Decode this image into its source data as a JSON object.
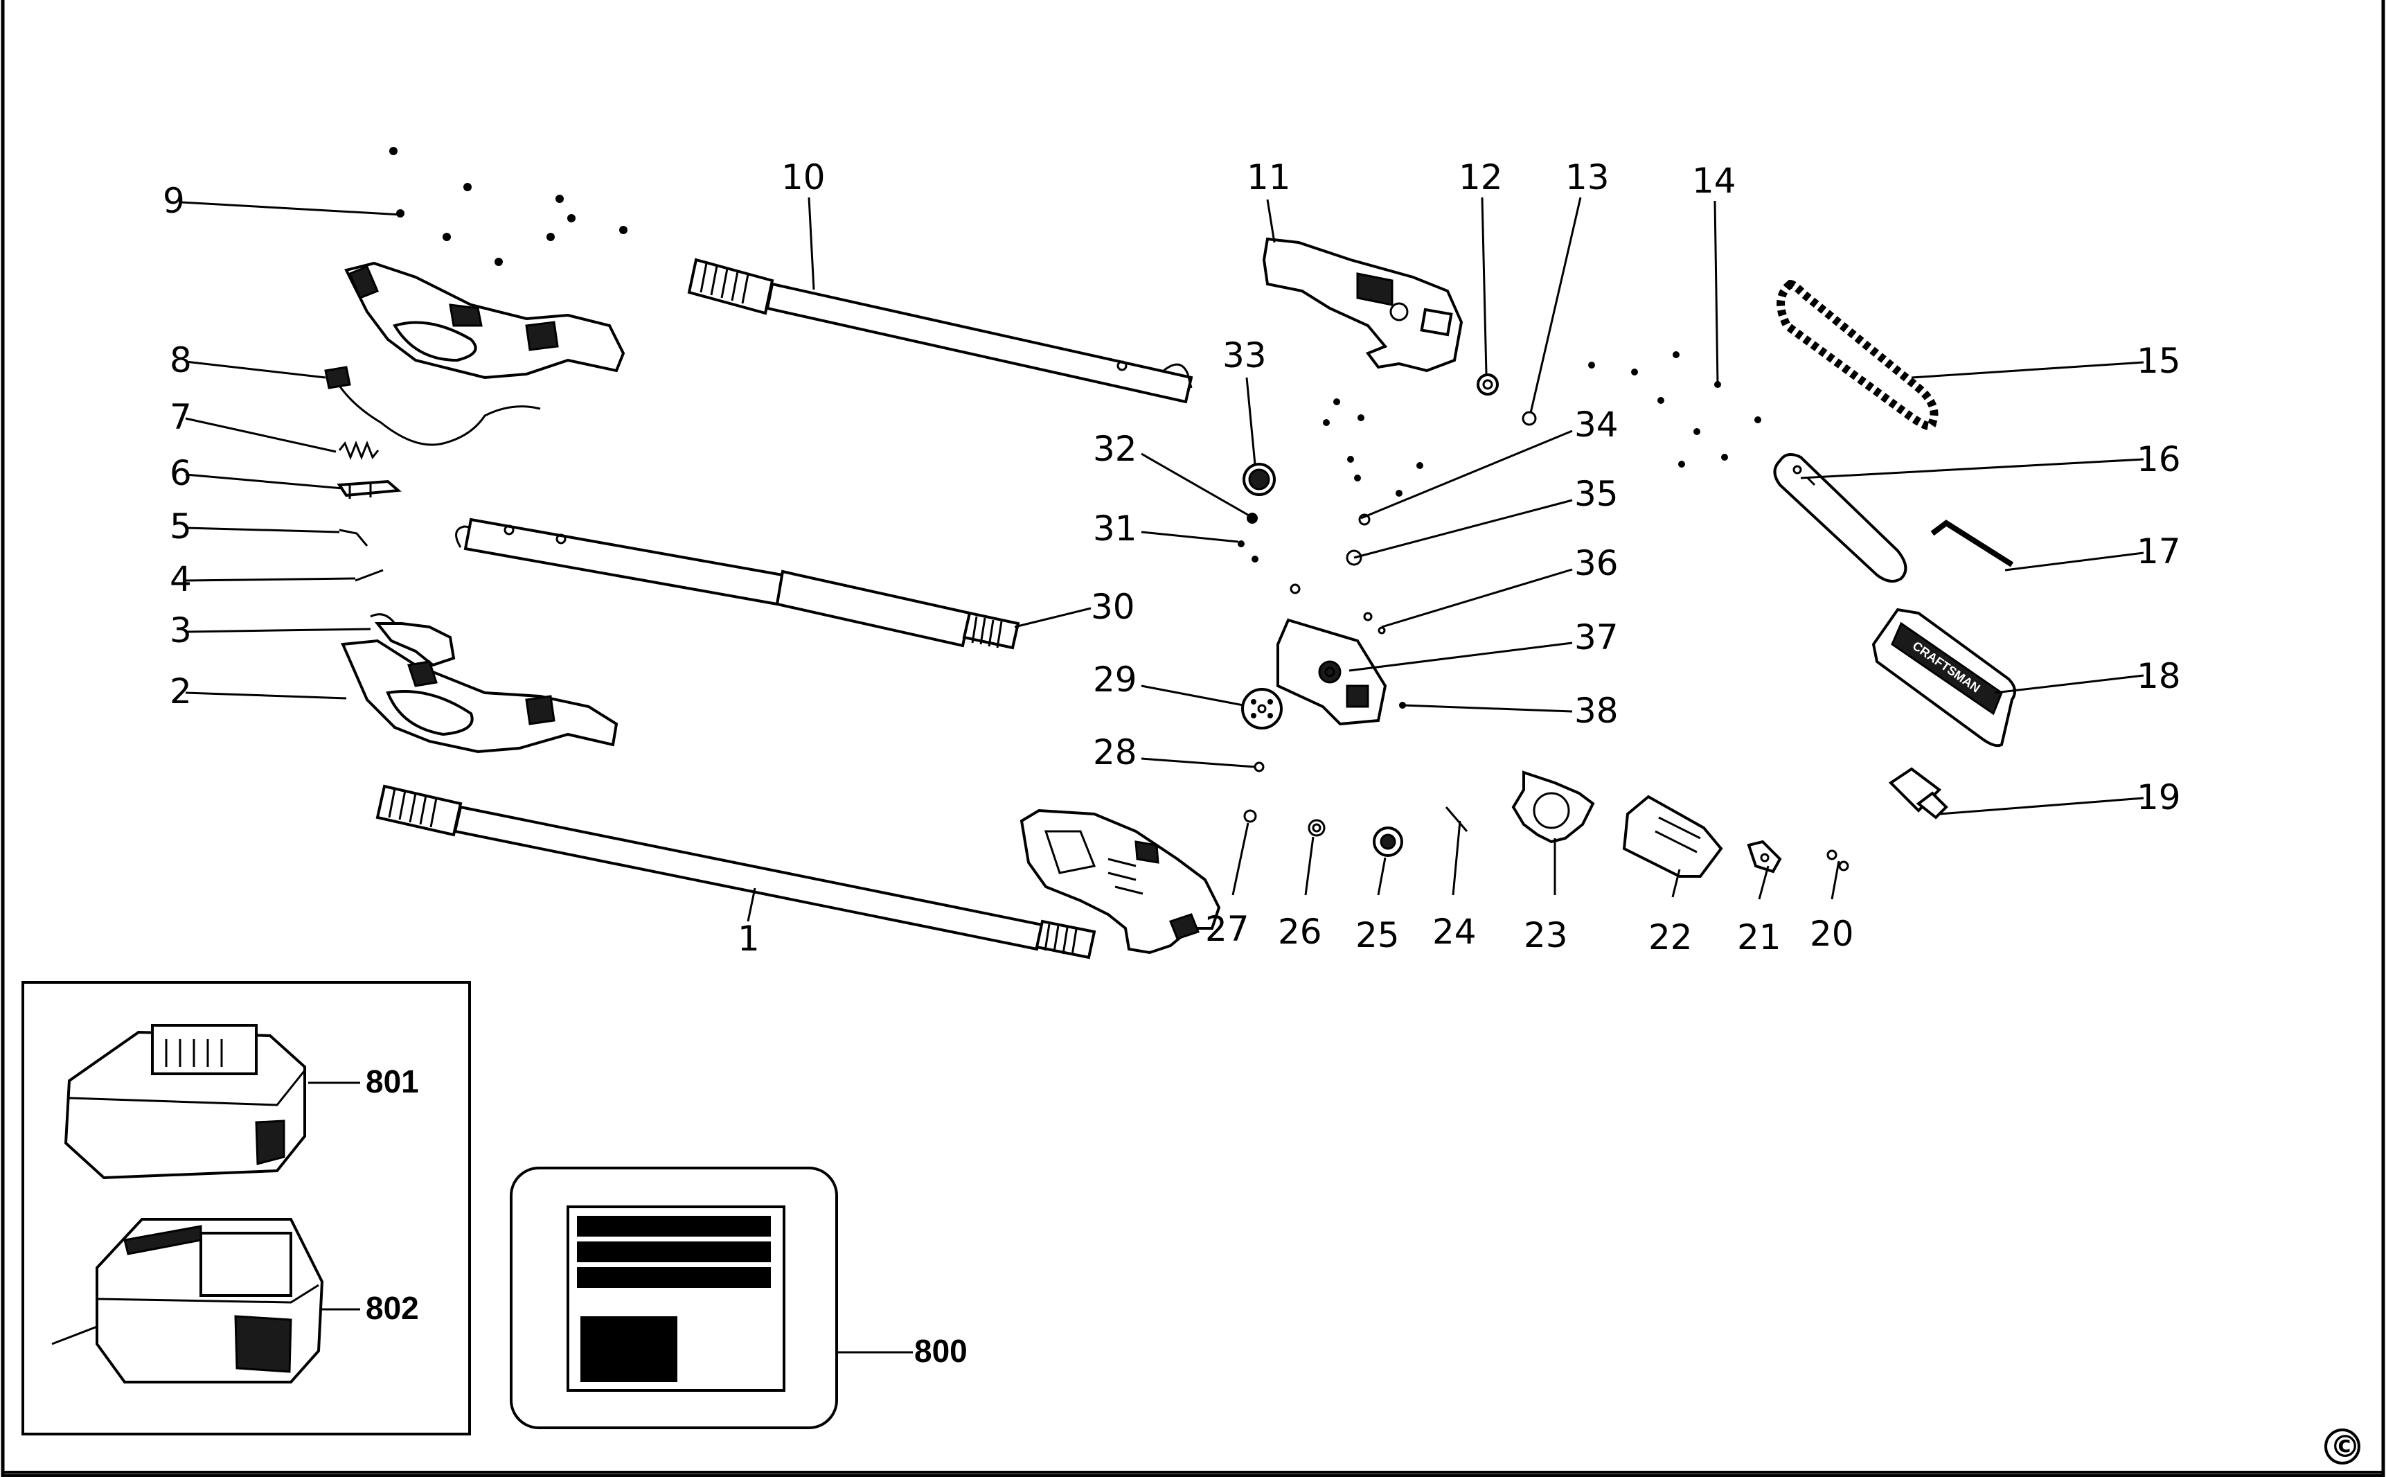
{
  "callouts": [
    {
      "id": "1",
      "label": "1"
    },
    {
      "id": "2",
      "label": "2"
    },
    {
      "id": "3",
      "label": "3"
    },
    {
      "id": "4",
      "label": "4"
    },
    {
      "id": "5",
      "label": "5"
    },
    {
      "id": "6",
      "label": "6"
    },
    {
      "id": "7",
      "label": "7"
    },
    {
      "id": "8",
      "label": "8"
    },
    {
      "id": "9",
      "label": "9"
    },
    {
      "id": "10",
      "label": "10"
    },
    {
      "id": "11",
      "label": "11"
    },
    {
      "id": "12",
      "label": "12"
    },
    {
      "id": "13",
      "label": "13"
    },
    {
      "id": "14",
      "label": "14"
    },
    {
      "id": "15",
      "label": "15"
    },
    {
      "id": "16",
      "label": "16"
    },
    {
      "id": "17",
      "label": "17"
    },
    {
      "id": "18",
      "label": "18"
    },
    {
      "id": "19",
      "label": "19"
    },
    {
      "id": "20",
      "label": "20"
    },
    {
      "id": "21",
      "label": "21"
    },
    {
      "id": "22",
      "label": "22"
    },
    {
      "id": "23",
      "label": "23"
    },
    {
      "id": "24",
      "label": "24"
    },
    {
      "id": "25",
      "label": "25"
    },
    {
      "id": "26",
      "label": "26"
    },
    {
      "id": "27",
      "label": "27"
    },
    {
      "id": "28",
      "label": "28"
    },
    {
      "id": "29",
      "label": "29"
    },
    {
      "id": "30",
      "label": "30"
    },
    {
      "id": "31",
      "label": "31"
    },
    {
      "id": "32",
      "label": "32"
    },
    {
      "id": "33",
      "label": "33"
    },
    {
      "id": "34",
      "label": "34"
    },
    {
      "id": "35",
      "label": "35"
    },
    {
      "id": "36",
      "label": "36"
    },
    {
      "id": "37",
      "label": "37"
    },
    {
      "id": "38",
      "label": "38"
    }
  ],
  "accessories": [
    {
      "id": "801",
      "label": "801"
    },
    {
      "id": "802",
      "label": "802"
    },
    {
      "id": "800",
      "label": "800"
    }
  ],
  "guard_brand_text": "CRAFTSMAN",
  "copyright_symbol": "©"
}
